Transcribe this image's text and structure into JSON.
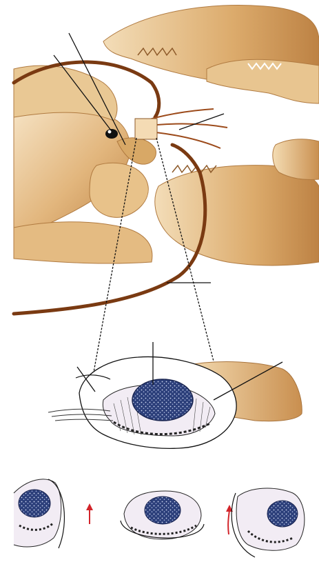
{
  "figure": {
    "subject": "lobster-statocyst-diagram",
    "panels": [
      "lobster-head-claws",
      "statocyst-enlarged",
      "statolith-tilt-sequence"
    ],
    "labels": [],
    "colors": {
      "shell_light": "#f1d7ae",
      "shell_mid": "#dcae72",
      "shell_dark": "#b5783c",
      "antenna": "#7a3a12",
      "statolith_fill": "#2c3f7a",
      "statolith_dots": "#cfd8f0",
      "arrow": "#d2242a",
      "line": "#111111"
    }
  }
}
